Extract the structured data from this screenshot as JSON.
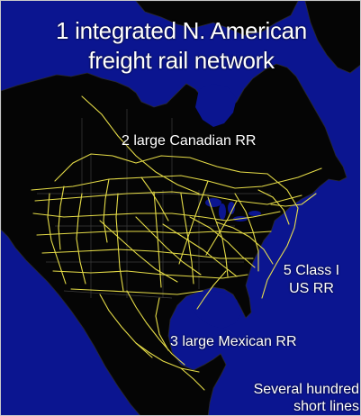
{
  "title": {
    "line1": "1 integrated N. American",
    "line2": "freight rail network"
  },
  "labels": {
    "canadian": "2 large Canadian RR",
    "us_line1": "5 Class I",
    "us_line2": "US RR",
    "mexican": "3 large Mexican RR",
    "shortlines_line1": "Several hundred",
    "shortlines_line2": "short lines"
  },
  "colors": {
    "ocean": "#0b1590",
    "land": "#050505",
    "rail": "#f2e84b",
    "text": "#ffffff"
  }
}
